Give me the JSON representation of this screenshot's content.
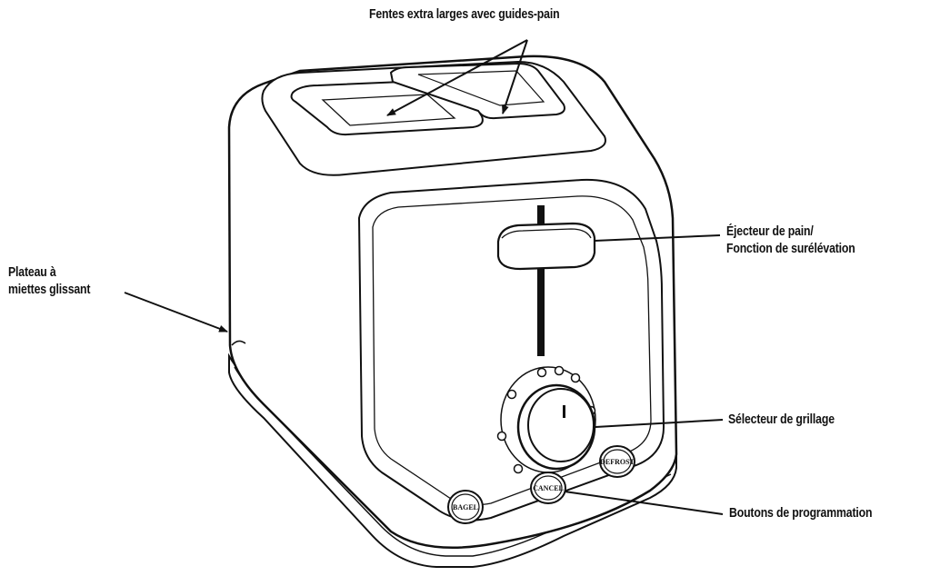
{
  "labels": {
    "slots": "Fentes extra larges avec guides-pain",
    "crumb_tray_line1": "Plateau à",
    "crumb_tray_line2": "miettes glissant",
    "lever_line1": "Éjecteur de pain/",
    "lever_line2": "Fonction de surélévation",
    "shade_selector": "Sélecteur de grillage",
    "program_buttons": "Boutons de programmation"
  },
  "buttons": {
    "bagel": "BAGEL",
    "cancel": "CANCEL",
    "defrost": "DEFROST"
  },
  "colors": {
    "ink": "#111111",
    "background": "#ffffff"
  }
}
